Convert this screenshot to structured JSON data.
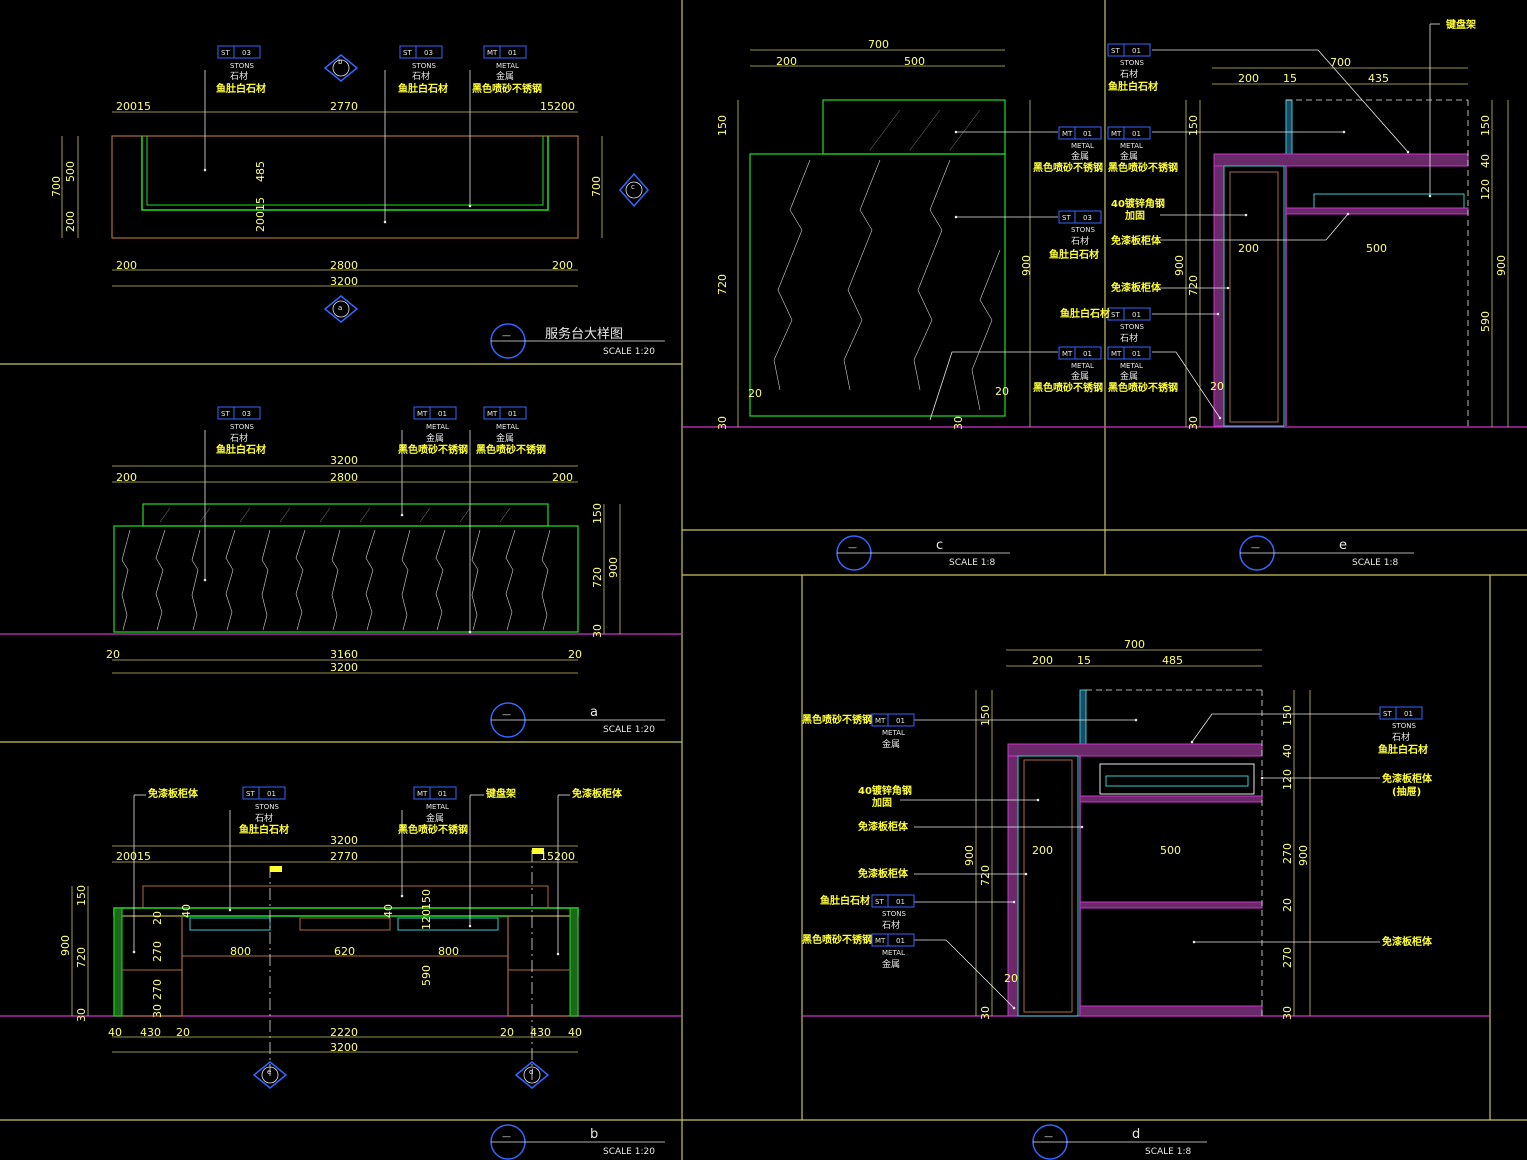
{
  "tags": {
    "st03": {
      "code": "ST",
      "num": "03",
      "en": "STONS",
      "cn": "石材",
      "name": "鱼肚白石材"
    },
    "st01": {
      "code": "ST",
      "num": "01",
      "en": "STONS",
      "cn": "石材",
      "name": "鱼肚白石材"
    },
    "mt01": {
      "code": "MT",
      "num": "01",
      "en": "METAL",
      "cn": "金属",
      "name": "黑色喷砂不锈钢"
    }
  },
  "labels": {
    "keyboard": "键盘架",
    "cabinet": "免漆板柜体",
    "cabinet_drawer": "免漆板柜体",
    "drawer_note": "(抽屉)",
    "steel_40": "40镀锌角钢",
    "reinforce": "加固"
  },
  "titles": {
    "plan": {
      "name": "服务台大样图",
      "scale": "SCALE 1:20"
    },
    "a": {
      "name": "a",
      "scale": "SCALE 1:20"
    },
    "b": {
      "name": "b",
      "scale": "SCALE 1:20"
    },
    "c": {
      "name": "c",
      "scale": "SCALE 1:8"
    },
    "e": {
      "name": "e",
      "scale": "SCALE 1:8"
    },
    "d": {
      "name": "d",
      "scale": "SCALE 1:8"
    },
    "dash": "—"
  },
  "markers": {
    "b": "b",
    "c": "c",
    "a": "a",
    "e": "e",
    "d": "d"
  },
  "dims": {
    "plan": {
      "tl": "20015",
      "mid": "2770",
      "tr": "15200",
      "bl": "200",
      "bm": "2800",
      "br": "200",
      "total": "3200",
      "l700": "700",
      "l500": "500",
      "l200": "200",
      "r700": "700",
      "c485": "485",
      "c20015": "20015"
    },
    "a": {
      "top": "3200",
      "tl": "200",
      "tm": "2800",
      "tr": "200",
      "h150": "150",
      "h720": "720",
      "h900": "900",
      "h30": "30",
      "bl": "20",
      "bm": "3160",
      "br": "20",
      "total": "3200"
    },
    "b": {
      "top": "3200",
      "tl": "20015",
      "tm": "2770",
      "tr": "15200",
      "h150": "150",
      "h900": "900",
      "h720": "720",
      "h30": "30",
      "d20": "20",
      "d40": "40",
      "d270": "270",
      "d30": "30",
      "w800": "800",
      "w620": "620",
      "w590": "590",
      "w120": "120",
      "bl40": "40",
      "bl430": "430",
      "bl20": "20",
      "bm": "2220",
      "br20": "20",
      "br430": "430",
      "br40": "40",
      "total": "3200"
    },
    "c": {
      "top": "700",
      "t200": "200",
      "t500": "500",
      "h150": "150",
      "h720": "720",
      "h900": "900",
      "h30": "30",
      "h20": "20"
    },
    "e": {
      "top": "700",
      "t200": "200",
      "t15": "15",
      "t435": "435",
      "h150": "150",
      "h40": "40",
      "h120": "120",
      "h590": "590",
      "h900": "900",
      "h720": "720",
      "h30": "30",
      "h20": "20",
      "w200": "200",
      "w500": "500"
    },
    "d": {
      "top": "700",
      "t200": "200",
      "t15": "15",
      "t485": "485",
      "h150": "150",
      "h40": "40",
      "h120": "120",
      "h270": "270",
      "h20": "20",
      "h30": "30",
      "h900": "900",
      "h720": "720",
      "w200": "200",
      "w500": "500"
    }
  },
  "colors": {
    "bg": "#000000",
    "frame": "#c9c25a",
    "dim": "#ffff7a",
    "green": "#22dd22",
    "magenta": "#cc33cc",
    "cyan": "#33cccc",
    "brown": "#b06a3a",
    "blue": "#3366ff",
    "white": "#e8e8e8"
  }
}
